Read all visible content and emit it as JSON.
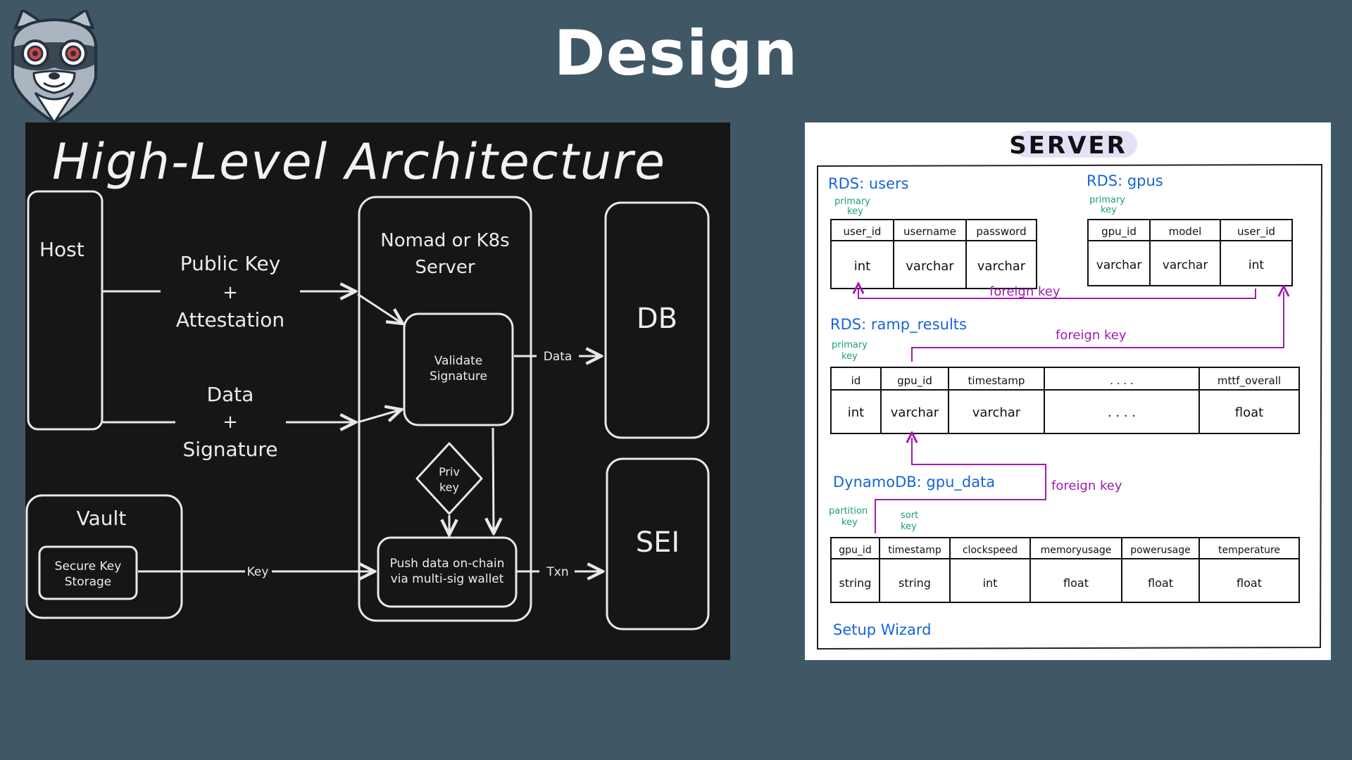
{
  "slide": {
    "title": "Design"
  },
  "architecture": {
    "title": "High-Level Architecture",
    "host": "Host",
    "flow1_line1": "Public Key",
    "flow1_plus": "+",
    "flow1_line2": "Attestation",
    "flow2_line1": "Data",
    "flow2_plus": "+",
    "flow2_line2": "Signature",
    "server_line1": "Nomad or K8s",
    "server_line2": "Server",
    "validate_line1": "Validate",
    "validate_line2": "Signature",
    "priv_line1": "Priv",
    "priv_line2": "key",
    "push_line1": "Push data on-chain",
    "push_line2": "via multi-sig wallet",
    "vault": "Vault",
    "secure_line1": "Secure Key",
    "secure_line2": "Storage",
    "key_label": "Key",
    "data_label": "Data",
    "txn_label": "Txn",
    "db": "DB",
    "sei": "SEI"
  },
  "schema": {
    "header": "SERVER",
    "users": {
      "title": "RDS: users",
      "pk_line1": "primary",
      "pk_line2": "key",
      "columns": [
        "user_id",
        "username",
        "password"
      ],
      "types": [
        "int",
        "varchar",
        "varchar"
      ]
    },
    "gpus": {
      "title": "RDS: gpus",
      "pk_line1": "primary",
      "pk_line2": "key",
      "columns": [
        "gpu_id",
        "model",
        "user_id"
      ],
      "types": [
        "varchar",
        "varchar",
        "int"
      ]
    },
    "foreign_key_1": "foreign key",
    "ramp": {
      "title": "RDS: ramp_results",
      "pk_line1": "primary",
      "pk_line2": "key",
      "columns": [
        "id",
        "gpu_id",
        "timestamp",
        ". . . .",
        "mttf_overall"
      ],
      "types": [
        "int",
        "varchar",
        "varchar",
        ". . . .",
        "float"
      ]
    },
    "foreign_key_2": "foreign key",
    "dynamo": {
      "title": "DynamoDB: gpu_data",
      "pk_line1": "partition",
      "pk_line2": "key",
      "sk_line1": "sort",
      "sk_line2": "key",
      "columns": [
        "gpu_id",
        "timestamp",
        "clockspeed",
        "memoryusage",
        "powerusage",
        "temperature"
      ],
      "types": [
        "string",
        "string",
        "int",
        "float",
        "float",
        "float"
      ]
    },
    "foreign_key_3": "foreign key",
    "footer": "Setup Wizard"
  },
  "colors": {
    "background": "#405766",
    "arch_bg": "#161616",
    "blue_labels": "#1565d8",
    "green_labels": "#1a9e78",
    "purple_links": "#a21caf"
  }
}
